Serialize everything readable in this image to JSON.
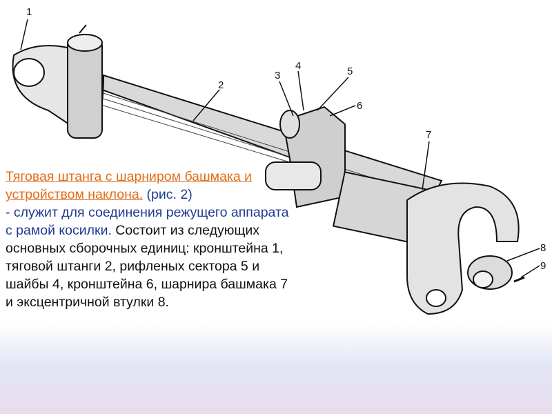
{
  "diagram": {
    "callouts": [
      "1",
      "2",
      "3",
      "4",
      "5",
      "6",
      "7",
      "8",
      "9"
    ]
  },
  "description": {
    "title": "Тяговая штанга с шарниром башмака и устройством наклона.",
    "figure_ref": "(рис. 2)",
    "purpose": "- служит для соединения режущего аппарата с рамой косилки.",
    "body": " Состоит из следующих основных сборочных единиц: кронштейна 1, тяговой штанги 2, рифленых сектора 5 и шайбы 4, кронштейна 6, шарнира башмака 7 и эксцентричной втулки 8."
  }
}
